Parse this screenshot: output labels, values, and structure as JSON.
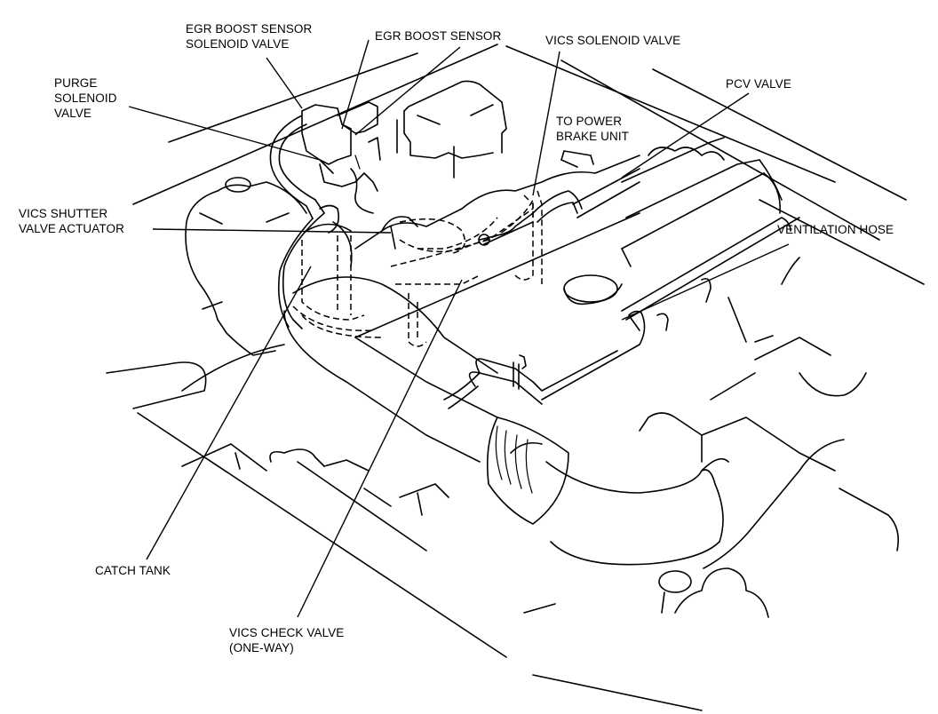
{
  "diagram": {
    "subject": "Engine bay vacuum component layout",
    "labels": {
      "egr_boost_sensor_solenoid_valve": [
        "EGR BOOST SENSOR",
        "SOLENOID VALVE"
      ],
      "egr_boost_sensor": [
        "EGR BOOST SENSOR"
      ],
      "vics_solenoid_valve": [
        "VICS SOLENOID VALVE"
      ],
      "purge_solenoid_valve": [
        "PURGE",
        "SOLENOID",
        "VALVE"
      ],
      "pcv_valve": [
        "PCV VALVE"
      ],
      "to_power_brake_unit": [
        "TO POWER",
        "BRAKE UNIT"
      ],
      "vics_shutter_valve_actuator": [
        "VICS SHUTTER",
        "VALVE ACTUATOR"
      ],
      "ventilation_hose": [
        "VENTILATION HOSE"
      ],
      "catch_tank": [
        "CATCH TANK"
      ],
      "vics_check_valve": [
        "VICS CHECK VALVE",
        "(ONE-WAY)"
      ]
    }
  }
}
